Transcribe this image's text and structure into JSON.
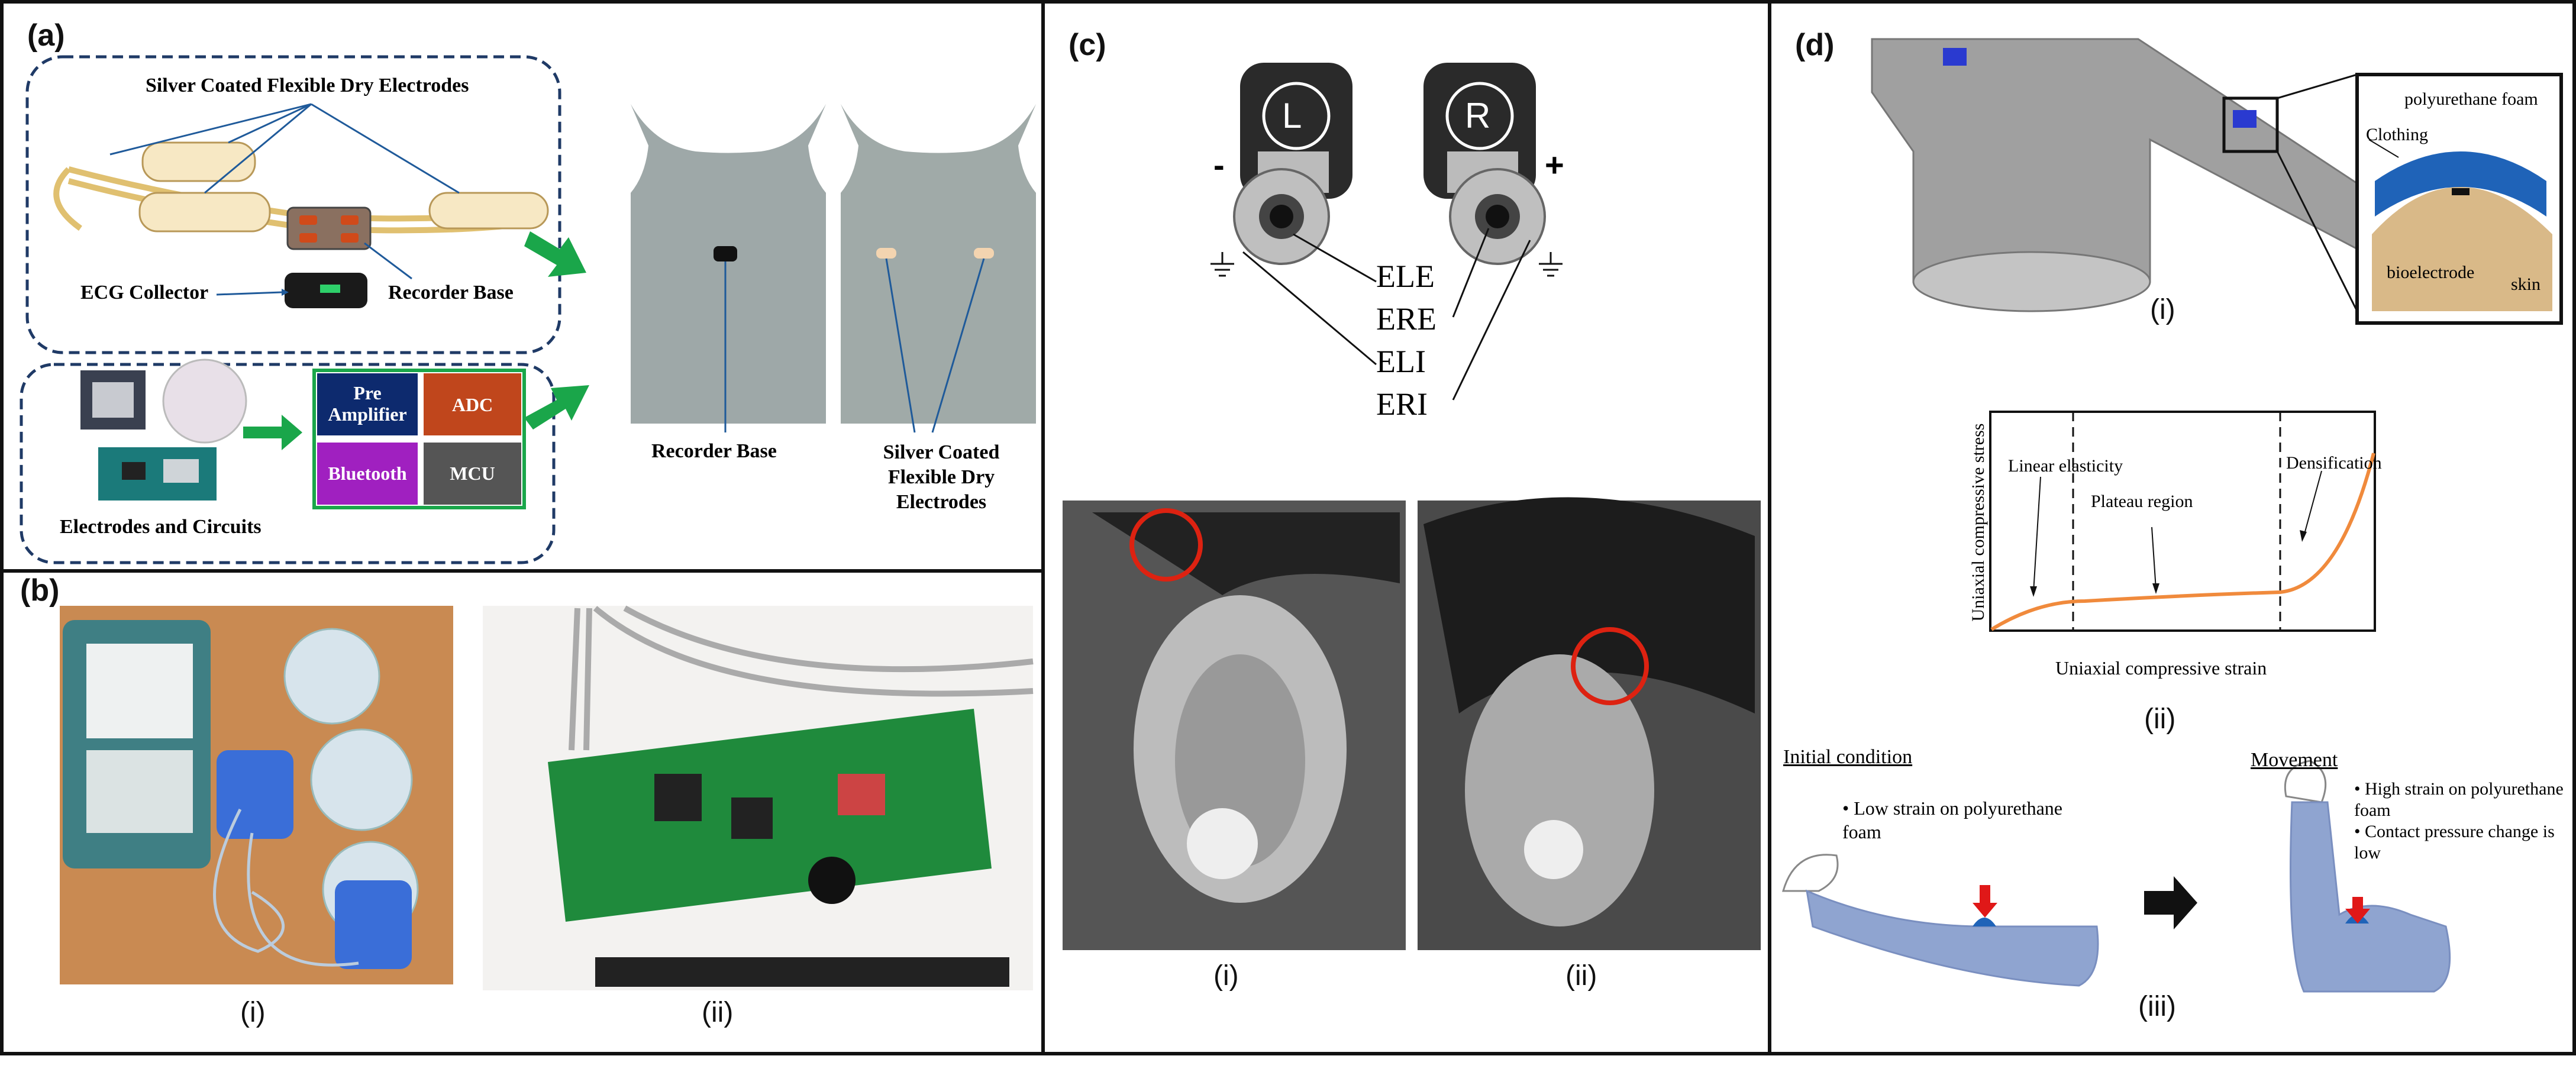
{
  "panel_a": {
    "label": "(a)",
    "electrodes_title": "Silver Coated Flexible Dry Electrodes",
    "ecg_collector": "ECG Collector",
    "recorder_base": "Recorder Base",
    "electrodes_and_circuits": "Electrodes and Circuits",
    "blocks": [
      {
        "line1": "Pre",
        "line2": "Amplifier",
        "color": "#0d2a6e"
      },
      {
        "line1": "ADC",
        "line2": "",
        "color": "#c0461c"
      },
      {
        "line1": "Bluetooth",
        "line2": "",
        "color": "#a020c0"
      },
      {
        "line1": "MCU",
        "line2": "",
        "color": "#555555"
      }
    ],
    "shirt1_label": "Recorder Base",
    "shirt2_label_1": "Silver Coated",
    "shirt2_label_2": "Flexible Dry",
    "shirt2_label_3": "Electrodes"
  },
  "panel_b": {
    "label": "(b)",
    "sub_i": "(i)",
    "sub_ii": "(ii)"
  },
  "panel_c": {
    "label": "(c)",
    "earbud_left": "L",
    "earbud_right": "R",
    "minus": "-",
    "plus": "+",
    "electrode_labels": [
      "ELE",
      "ERE",
      "ELI",
      "ERI"
    ],
    "sub_i": "(i)",
    "sub_ii": "(ii)"
  },
  "panel_d": {
    "label": "(d)",
    "inset_foam": "polyurethane foam",
    "inset_clothing": "Clothing",
    "inset_bioelectrode": "bioelectrode",
    "inset_skin": "skin",
    "sub_i": "(i)",
    "chart_data": {
      "type": "line",
      "xlabel": "Uniaxial compressive strain",
      "ylabel": "Uniaxial compressive stress",
      "annotations": [
        "Linear elasticity",
        "Plateau region",
        "Densification"
      ]
    },
    "sub_ii": "(ii)",
    "initial_title": "Initial condition",
    "initial_bullet": "Low strain on polyurethane foam",
    "movement_title": "Movement",
    "movement_bullet1": "High strain on polyurethane foam",
    "movement_bullet2": "Contact pressure change is low",
    "sub_iii": "(iii)"
  },
  "colors": {
    "accent_green": "#1aa64a",
    "foam_blue": "#1f63b8",
    "skin": "#d9b988",
    "curve": "#f08a3c"
  }
}
